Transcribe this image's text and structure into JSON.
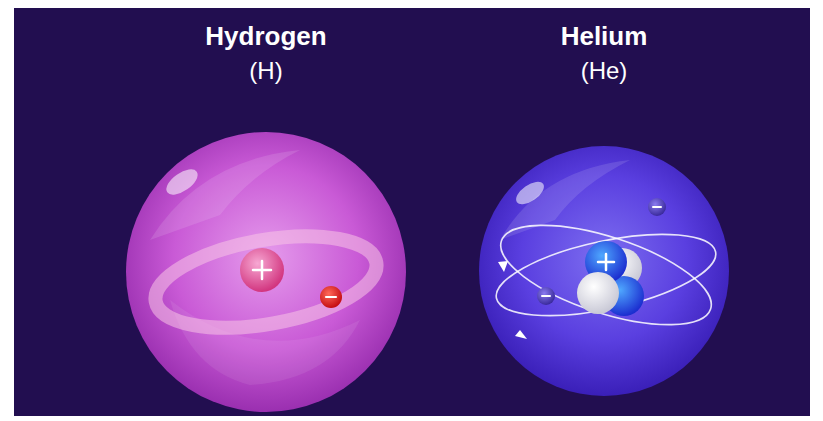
{
  "diagram": {
    "nodes": [
      {
        "text": [
          "Hydrogen",
          "(H)"
        ]
      },
      {
        "text": [
          "Helium",
          "(He)"
        ]
      }
    ]
  }
}
